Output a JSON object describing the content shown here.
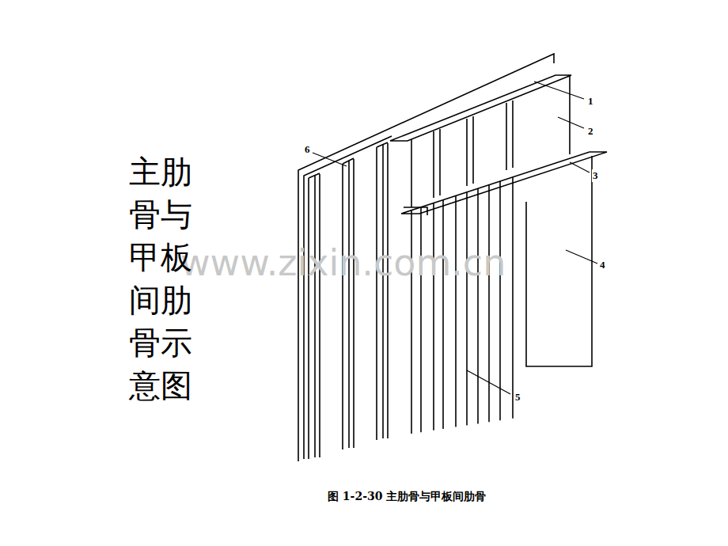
{
  "diagram": {
    "title": "主肋骨与甲板间肋骨示意图",
    "caption": "图 1-2-30 主肋骨与甲板间肋骨",
    "labels": [
      "1",
      "2",
      "3",
      "4",
      "5",
      "6",
      "www.zixin.com.cn"
    ]
  }
}
